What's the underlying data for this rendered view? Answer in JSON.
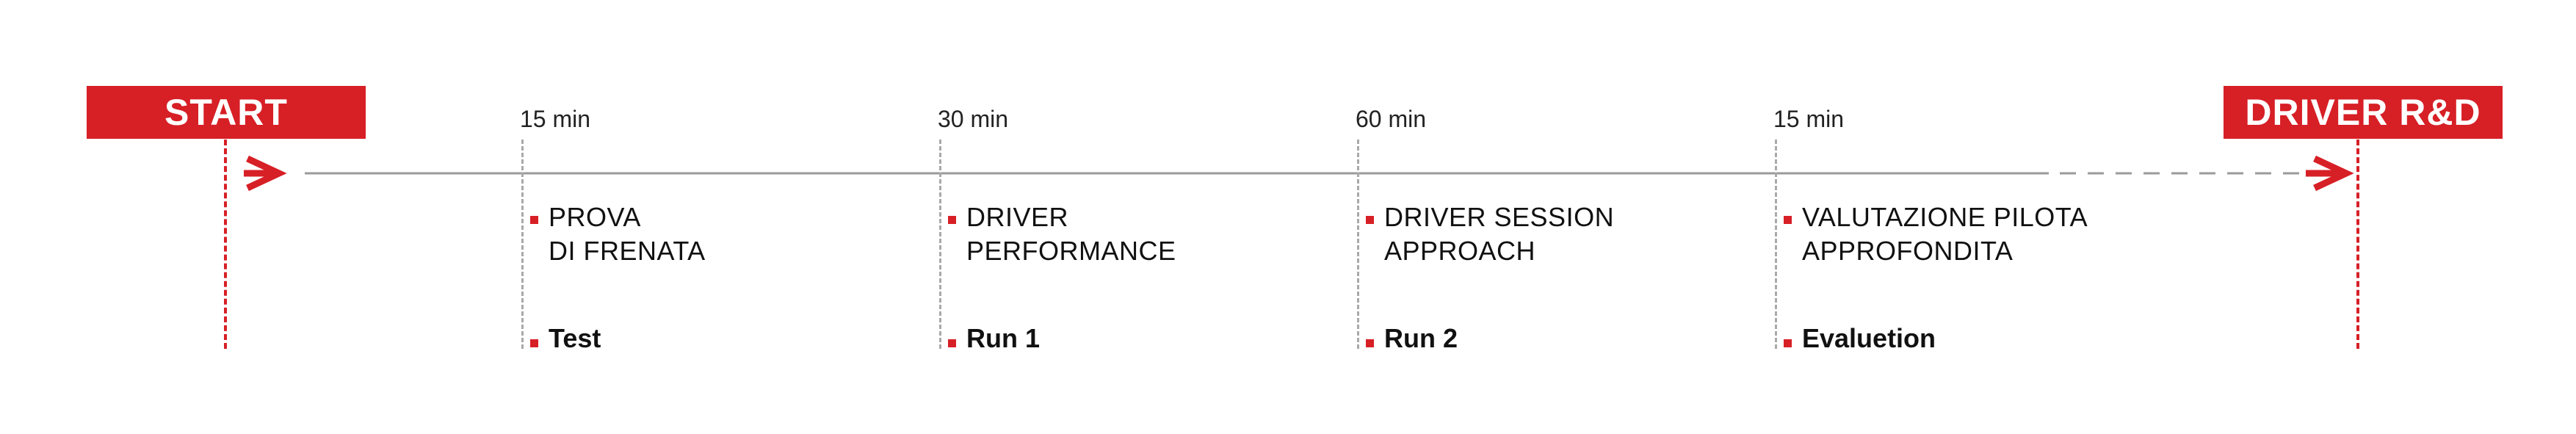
{
  "start_label": "START",
  "end_label": "DRIVER R&D",
  "colors": {
    "accent": "#d71f26",
    "line": "#9a9a9a",
    "divider": "#a9a9a9"
  },
  "icons": [
    "arrow-right-icon",
    "arrow-right-icon"
  ],
  "steps": [
    {
      "duration": "15 min",
      "title": [
        "PROVA",
        "DI FRENATA"
      ],
      "name": "Test"
    },
    {
      "duration": "30 min",
      "title": [
        "DRIVER",
        "PERFORMANCE"
      ],
      "name": "Run 1"
    },
    {
      "duration": "60 min",
      "title": [
        "DRIVER SESSION",
        "APPROACH"
      ],
      "name": "Run 2"
    },
    {
      "duration": "15 min",
      "title": [
        "VALUTAZIONE PILOTA",
        "APPROFONDITA"
      ],
      "name": "Evaluetion"
    }
  ]
}
